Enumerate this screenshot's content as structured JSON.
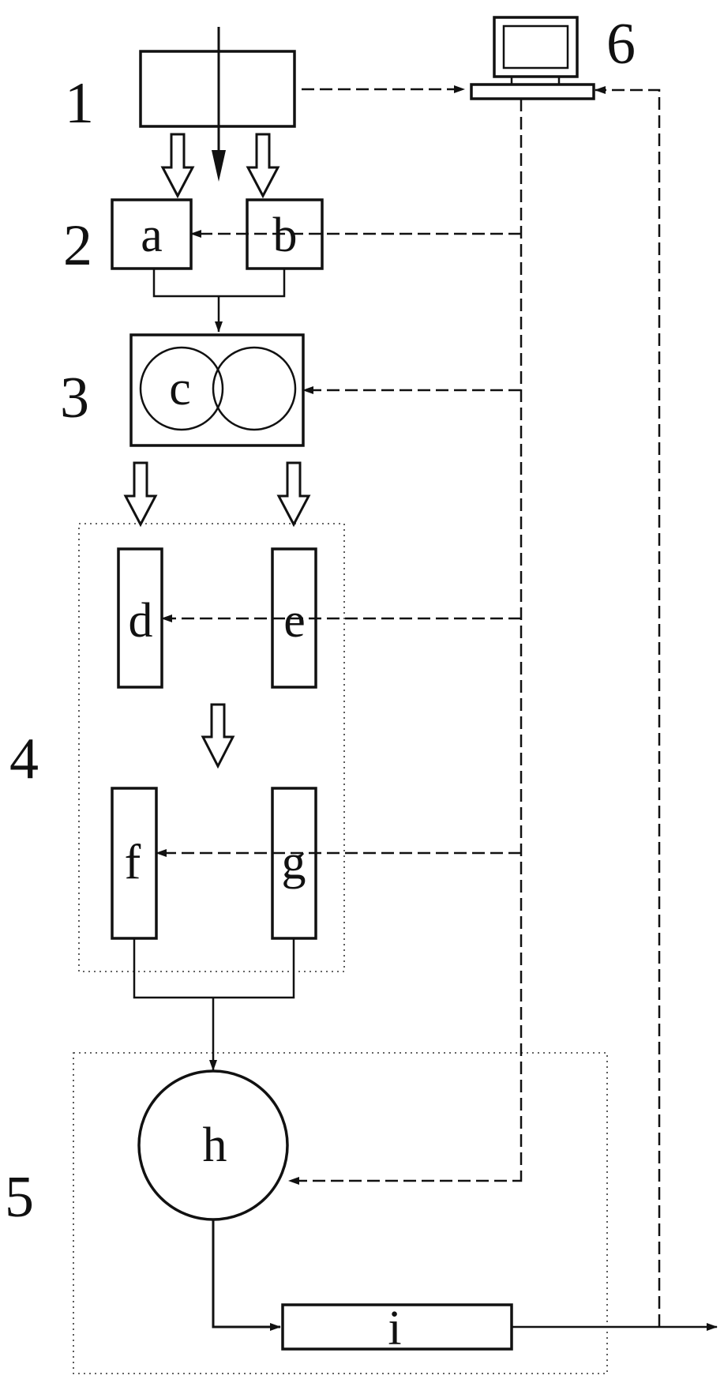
{
  "modules": [
    {
      "id": "1",
      "label": "1"
    },
    {
      "id": "2",
      "label": "2"
    },
    {
      "id": "3",
      "label": "3"
    },
    {
      "id": "4",
      "label": "4"
    },
    {
      "id": "5",
      "label": "5"
    },
    {
      "id": "6",
      "label": "6"
    }
  ],
  "components": {
    "a": "a",
    "b": "b",
    "c": "c",
    "d": "d",
    "e": "e",
    "f": "f",
    "g": "g",
    "h": "h",
    "i": "i"
  },
  "icons": {
    "controller": "computer-icon",
    "material_flow": "hollow-arrow-icon",
    "signal_flow": "dashed-arrow-line",
    "process_flow": "solid-arrow-line"
  },
  "colors": {
    "line": "#111111",
    "background": "#ffffff"
  }
}
